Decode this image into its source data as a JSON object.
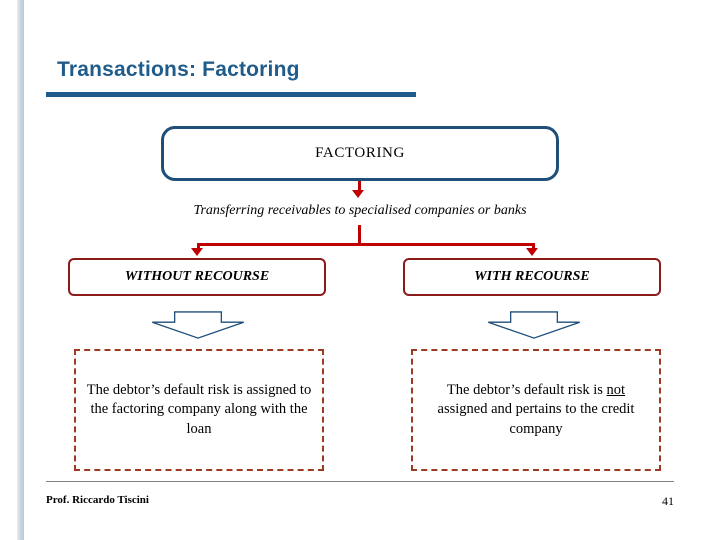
{
  "slide": {
    "title": "Transactions: Factoring",
    "accent_color": "#1f5c8b",
    "arrow_color": "#c00000",
    "dashed_box_color": "#9e3a23",
    "recourse_box_color": "#8b1a1a"
  },
  "diagram": {
    "root_box": "FACTORING",
    "caption": "Transferring receivables to specialised companies or banks",
    "branches": [
      {
        "label": "WITHOUT RECOURSE",
        "outcome": "The debtor’s default risk is assigned to the factoring company along with the loan",
        "outcome_parts": {
          "before": "The debtor’s default risk is assigned to the factoring company along with the loan",
          "emphasis": "",
          "after": ""
        }
      },
      {
        "label": "WITH RECOURSE",
        "outcome": "The debtor’s default risk is not assigned and pertains to the credit company",
        "outcome_parts": {
          "before": "The debtor’s default risk is ",
          "emphasis": "not",
          "after": " assigned and pertains to the credit company"
        }
      }
    ]
  },
  "footer": {
    "author": "Prof. Riccardo Tiscini",
    "page_number": "41"
  }
}
